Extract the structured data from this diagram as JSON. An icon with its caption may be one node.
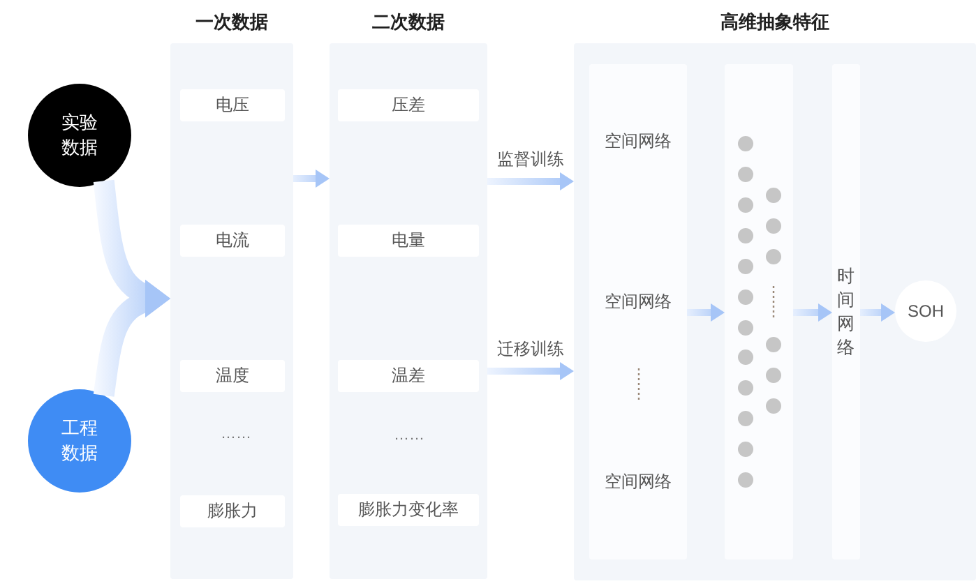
{
  "diagram": {
    "nodes": [
      {
        "text": [
          "实验数据"
        ]
      },
      {
        "text": [
          "工程数据"
        ]
      },
      {
        "text": [
          "一次数据"
        ]
      },
      {
        "text": [
          "电压"
        ],
        "in": 2
      },
      {
        "text": [
          "电流"
        ],
        "in": 2
      },
      {
        "text": [
          "温度"
        ],
        "in": 2
      },
      {
        "text": [
          "膨胀力"
        ],
        "in": 2
      },
      {
        "text": [
          "二次数据"
        ]
      },
      {
        "text": [
          "压差"
        ],
        "in": 7
      },
      {
        "text": [
          "电量"
        ],
        "in": 7
      },
      {
        "text": [
          "温差"
        ],
        "in": 7
      },
      {
        "text": [
          "膨胀力变化率"
        ],
        "in": 7
      },
      {
        "text": [
          "高维抽象特征"
        ]
      },
      {
        "text": [
          "空间网络",
          "空间网络",
          "空间网络"
        ],
        "in": 12
      },
      {
        "text": [],
        "shape": "box",
        "in": 12
      },
      {
        "text": [
          "时间网络"
        ],
        "in": 12
      },
      {
        "text": [
          "SOH"
        ],
        "in": 12
      }
    ],
    "edges": [
      {
        "from": 0,
        "to": 2,
        "arrow": "to"
      },
      {
        "from": 1,
        "to": 2,
        "arrow": "to"
      },
      {
        "from": 2,
        "to": 7,
        "arrow": "to"
      },
      {
        "from": 7,
        "to": 12,
        "arrow": "to",
        "label": "监督训练"
      },
      {
        "from": 7,
        "to": 12,
        "arrow": "to",
        "label": "迁移训练"
      },
      {
        "from": 13,
        "to": 14,
        "arrow": "to"
      },
      {
        "from": 14,
        "to": 15,
        "arrow": "to"
      },
      {
        "from": 15,
        "to": 16,
        "arrow": "to"
      }
    ],
    "labels": [
      "……",
      "……"
    ]
  }
}
